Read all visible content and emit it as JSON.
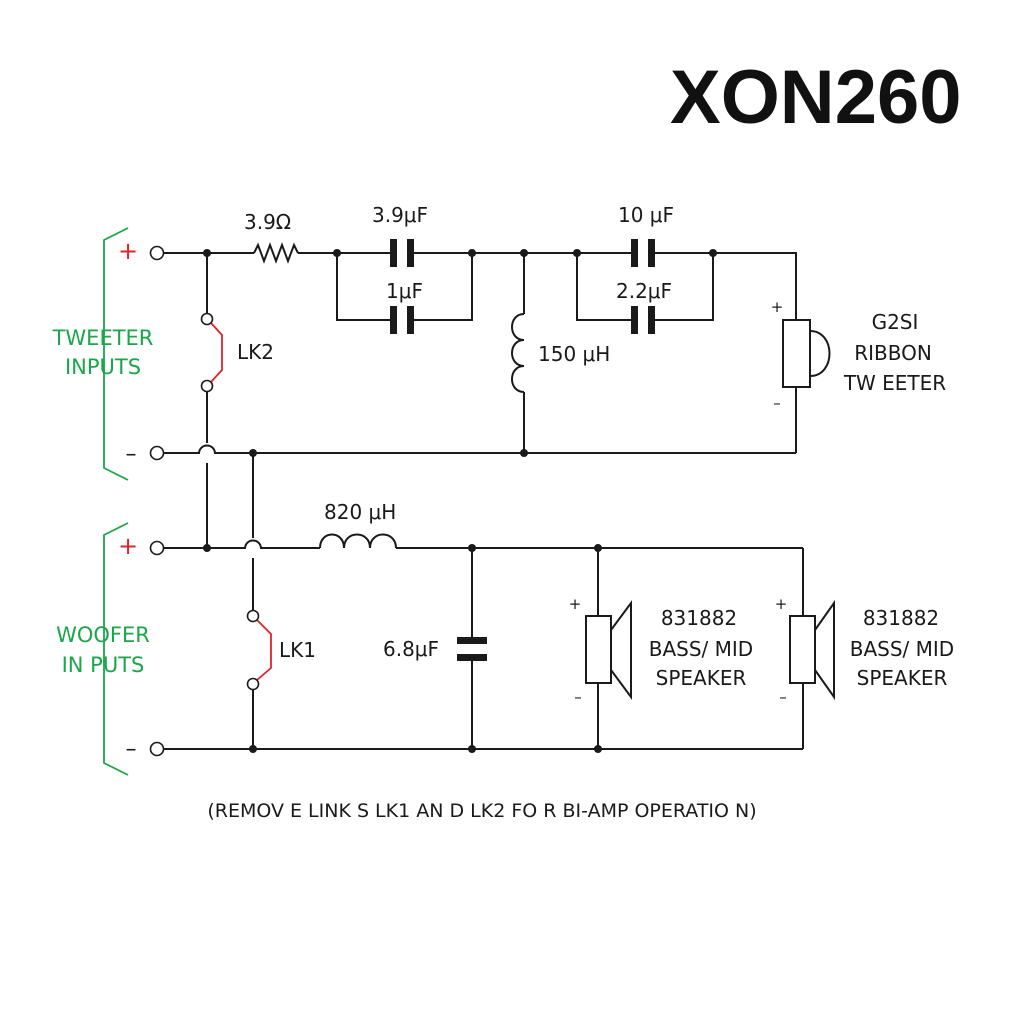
{
  "title": "XON260",
  "colors": {
    "ink": "#1a1a1a",
    "plus": "#e0242a",
    "group_label": "#1aa64a",
    "link": "#e0242a"
  },
  "inputs": {
    "tweeter_label_line1": "TWEETER",
    "tweeter_label_line2": "INPUTS",
    "woofer_label_line1": "WOOFER",
    "woofer_label_line2": "IN PUTS",
    "plus_sign": "+",
    "minus_sign": "–"
  },
  "components": {
    "r1": "3.9Ω",
    "c1": "3.9μF",
    "c2": "1μF",
    "l1": "150 μH",
    "c3": "10 μF",
    "c4": "2.2μF",
    "l2": "820 μH",
    "c5": "6.8μF",
    "lk1": "LK1",
    "lk2": "LK2"
  },
  "drivers": {
    "tweeter": {
      "line1": "G2SI",
      "line2": "RIBBON",
      "line3": "TW EETER"
    },
    "woofer_a": {
      "line1": "831882",
      "line2": "BASS/ MID",
      "line3": "SPEAKER"
    },
    "woofer_b": {
      "line1": "831882",
      "line2": "BASS/ MID",
      "line3": "SPEAKER"
    },
    "polarity_plus": "+",
    "polarity_minus": "–"
  },
  "footnote": "(REMOV E LINK S LK1  AN D LK2  FO R BI-AMP OPERATIO N)"
}
